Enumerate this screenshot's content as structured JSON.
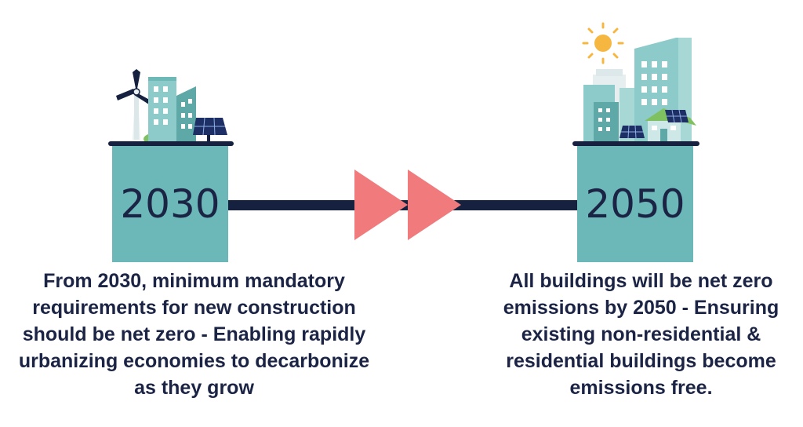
{
  "milestones": [
    {
      "year": "2030",
      "description": "From 2030, minimum mandatory requirements for new construction should be net zero - Enabling rapidly urbanizing economies to decarbonize as they grow"
    },
    {
      "year": "2050",
      "description": "All buildings will be net zero emissions by 2050 - Ensuring existing non-residential & residential buildings become emissions free."
    }
  ],
  "icons": {
    "left": [
      "wind-turbine-icon",
      "building-icon",
      "solar-panel-icon"
    ],
    "right": [
      "sun-icon",
      "city-buildings-icon",
      "house-icon",
      "solar-panel-icon"
    ],
    "connector": "double-arrow-icon"
  },
  "colors": {
    "block": "#6cb7b8",
    "text": "#1b2445",
    "line": "#16203f",
    "arrow": "#f17b7c",
    "sun": "#f6b740",
    "building": "#8ccbc9",
    "building_dark": "#5ea8a8",
    "leaf": "#7fc160",
    "window": "#ffffff"
  }
}
